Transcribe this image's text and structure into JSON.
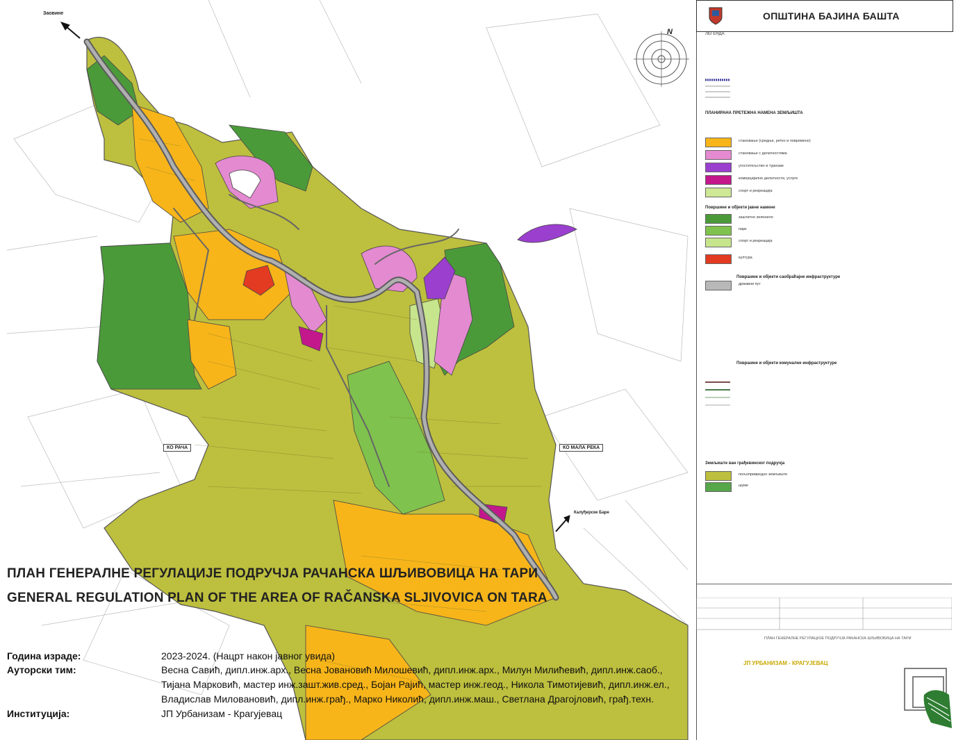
{
  "legend": {
    "municipality": "ОПШТИНА БАЈИНА БАШТА",
    "legend_label": "ЛЕГЕНДА",
    "items": [
      {
        "swatch": "#f7b51a",
        "text": "становање (средње, ретко и повремено)"
      },
      {
        "swatch": "#e38ad0",
        "text": "становање с делатностима"
      },
      {
        "swatch": "#9b3fcf",
        "text": "угоститељство и туризам"
      },
      {
        "swatch": "#c2188c",
        "text": "комерцијалне делатности, услуге"
      },
      {
        "swatch": "#cfe896",
        "text": "спорт и рекреација"
      },
      {
        "swatch": "#4b9a3a",
        "text": "заштитно зеленило"
      },
      {
        "swatch": "#7fc24d",
        "text": "парк"
      },
      {
        "swatch": "#c7e58c",
        "text": "спорт и рекреација"
      },
      {
        "swatch": "#e23b22",
        "text": "култура"
      },
      {
        "swatch": "#b8b8b8",
        "text": "државни пут"
      },
      {
        "swatch": "#bdbf3e",
        "text": "пољопривредно земљиште"
      },
      {
        "swatch": "#56a64a",
        "text": "шуме"
      }
    ],
    "headings": [
      "ПЛАНИРАНА ПРЕТЕЖНА НАМЕНА ЗЕМЉИШТА",
      "Површине и објекти јавне намене",
      "Површине и објекти саобраћајне инфраструктуре",
      "Површине и објекти комуналне инфраструктуре",
      "Земљиште ван грађевинског подручја"
    ],
    "plan_title_small": "ПЛАН ГЕНЕРАЛНЕ РЕГУЛАЦИЈЕ ПОДРУЧЈА РАЧАНСКА ШЉИВОВИЦА НА ТАРИ",
    "institution_small": "ЈП УРБАНИЗАМ - КРАГУЈЕВАЦ"
  },
  "map": {
    "north": "N",
    "labels": {
      "zaovine": "Заовине",
      "kaludjerske": "Калуђерске Баре",
      "ko_raca": "КО РАЧА",
      "ko_mala_reka": "КО МАЛА РЕКА"
    },
    "colors": {
      "agri": "#bdbf3e",
      "forest": "#4b9a3a",
      "housing": "#f7b51a",
      "road": "#9a9a9a"
    }
  },
  "title": {
    "sr": "ПЛАН ГЕНЕРАЛНЕ РЕГУЛАЦИЈЕ ПОДРУЧЈА РАЧАНСКА ШЉИВОВИЦА НА ТАРИ",
    "en": "GENERAL REGULATION PLAN OF THE AREA OF RAČANSKA SLJIVOVICA ON TARA"
  },
  "info": {
    "year_label": "Година израде:",
    "year_value": "2023-2024. (Нацрт након јавног увида)",
    "team_label": "Ауторски тим:",
    "team_line1": "Весна Савић, дипл.инж.арх., Весна Јовановић Милошевић, дипл.инж.арх., Милун Милићевић, дипл.инж.саоб.,",
    "team_line2": "Тијана Марковић, мастер инж.зашт.жив.сред., Бојан Рајић, мастер инж.геод., Никола Тимотијевић, дипл.инж.ел.,",
    "team_line3": "Владислав Миловановић, дипл.инж.грађ., Марко Николић, дипл.инж.маш., Светлана Драгојловић, грађ.техн.",
    "inst_label": "Институција:",
    "inst_value": "ЈП Урбанизам - Крагујевац"
  }
}
